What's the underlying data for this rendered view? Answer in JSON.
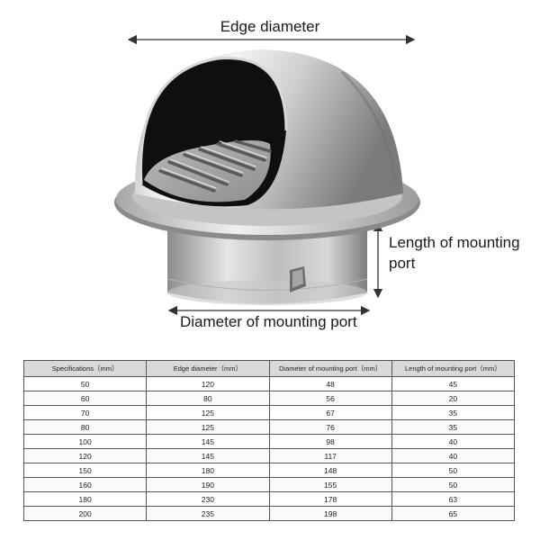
{
  "labels": {
    "edge_diameter": "Edge diameter",
    "length_of_mounting_port": "Length of mounting port",
    "diameter_of_mounting_port": "Diameter of mounting port"
  },
  "table": {
    "headers": [
      "Specifications（mm）",
      "Edge diameter（mm）",
      "Diameter of mounting port（mm）",
      "Length of mounting port（mm）"
    ],
    "rows": [
      [
        "50",
        "120",
        "48",
        "45"
      ],
      [
        "60",
        "80",
        "56",
        "20"
      ],
      [
        "70",
        "125",
        "67",
        "35"
      ],
      [
        "80",
        "125",
        "76",
        "35"
      ],
      [
        "100",
        "145",
        "98",
        "40"
      ],
      [
        "120",
        "145",
        "117",
        "40"
      ],
      [
        "150",
        "180",
        "148",
        "50"
      ],
      [
        "160",
        "190",
        "155",
        "50"
      ],
      [
        "180",
        "230",
        "178",
        "63"
      ],
      [
        "200",
        "235",
        "198",
        "65"
      ]
    ]
  },
  "colors": {
    "steel_light": "#f2f2f2",
    "steel_dark": "#8a8a8a",
    "header_bg": "#d9d9d9"
  }
}
